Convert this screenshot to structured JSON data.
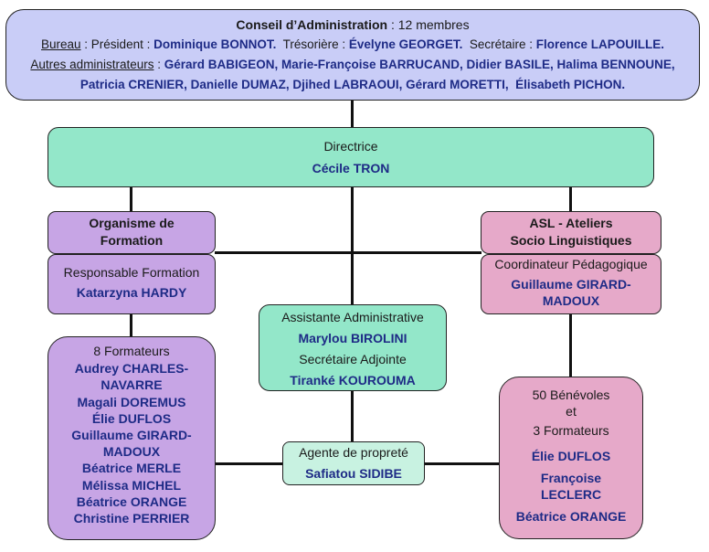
{
  "council": {
    "title": "Conseil d’Administration",
    "count_text": " : 12 membres",
    "bureau_label": "Bureau",
    "president_label": " : Président : ",
    "president": "Dominique BONNOT.",
    "treasurer_label": "  Trésorière : ",
    "treasurer": "Évelyne GEORGET.",
    "secretary_label": "  Secrétaire : ",
    "secretary": "Florence LAPOUILLE.",
    "others_label": "Autres administrateurs",
    "others_sep": " : ",
    "others_line1": "Gérard BABIGEON, Marie-Françoise BARRUCAND, Didier BASILE, Halima BENNOUNE,",
    "others_line2": "Patricia CRENIER, Danielle DUMAZ, Djihed LABRAOUI, Gérard MORETTI,  Élisabeth PICHON."
  },
  "director": {
    "role": "Directrice",
    "name": "Cécile TRON"
  },
  "formation": {
    "title_line1": "Organisme de",
    "title_line2": "Formation",
    "role": "Responsable Formation",
    "name": "Katarzyna HARDY",
    "trainers_title": "8 Formateurs",
    "trainers": [
      "Audrey CHARLES-",
      "NAVARRE",
      "Magali DOREMUS",
      "Élie DUFLOS",
      "Guillaume GIRARD-",
      "MADOUX",
      "Béatrice MERLE",
      "Mélissa MICHEL",
      "Béatrice ORANGE",
      "Christine PERRIER"
    ]
  },
  "asl": {
    "title_line1": "ASL - Ateliers",
    "title_line2": "Socio Linguistiques",
    "role": "Coordinateur Pédagogique",
    "name_line1": "Guillaume GIRARD-",
    "name_line2": "MADOUX",
    "volunteers_line1": "50 Bénévoles",
    "volunteers_line2": "et",
    "volunteers_line3": "3 Formateurs",
    "trainers": [
      "Élie DUFLOS",
      "Françoise",
      "LECLERC",
      "Béatrice ORANGE"
    ]
  },
  "assistant": {
    "role1": "Assistante Administrative",
    "name1": "Marylou BIROLINI",
    "role2": "Secrétaire Adjointe",
    "name2": "Tiranké KOUROUMA"
  },
  "cleaning": {
    "role": "Agente de propreté",
    "name": "Safiatou SIDIBE"
  }
}
